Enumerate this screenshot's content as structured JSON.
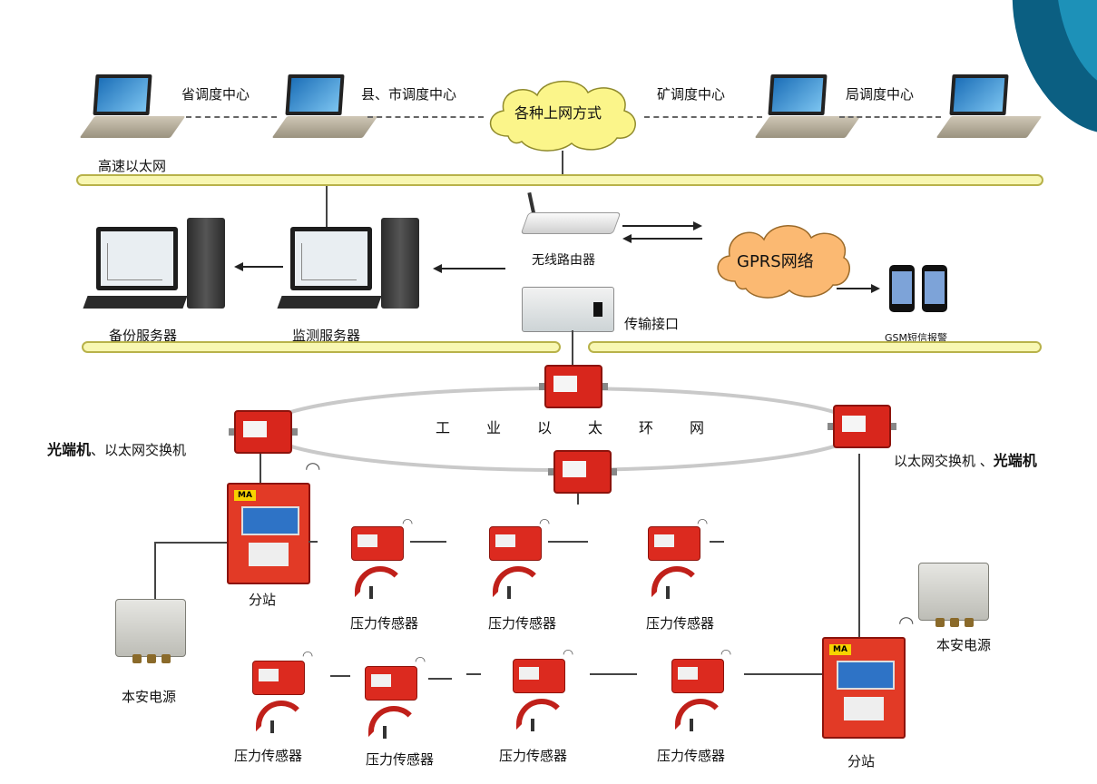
{
  "colors": {
    "bus_fill": "#f8f7b2",
    "bus_border": "#b8b24a",
    "cloud_fill": "#fbf58a",
    "device_red": "#d8261c",
    "ring": "#c9c9c9",
    "accent_blue": "#0b5f82"
  },
  "top_network": {
    "labels": [
      "省调度中心",
      "县、市调度中心",
      "矿调度中心",
      "局调度中心"
    ],
    "cloud_label": "各种上网方式",
    "bus_label": "高速以太网"
  },
  "middle": {
    "backup_server": "备份服务器",
    "monitor_server": "监测服务器",
    "router": "无线路由器",
    "gprs": "GPRS网络",
    "interface": "传输接口",
    "gsm": "GSM短信报警"
  },
  "ring": {
    "title_chars": [
      "工",
      "业",
      "以",
      "太",
      "环",
      "网"
    ],
    "left_switch_bold": "光端机",
    "left_switch_rest": "、以太网交换机",
    "right_switch_rest": "以太网交换机 、",
    "right_switch_bold": "光端机"
  },
  "field": {
    "station_left": "分站",
    "station_right": "分站",
    "power_left": "本安电源",
    "power_right": "本安电源",
    "sensor_label": "压力传感器",
    "sensors_row1": [
      "压力传感器",
      "压力传感器",
      "压力传感器"
    ],
    "sensors_row2": [
      "压力传感器",
      "压力传感器",
      "压力传感器",
      "压力传感器"
    ],
    "station_badge": "MA"
  }
}
